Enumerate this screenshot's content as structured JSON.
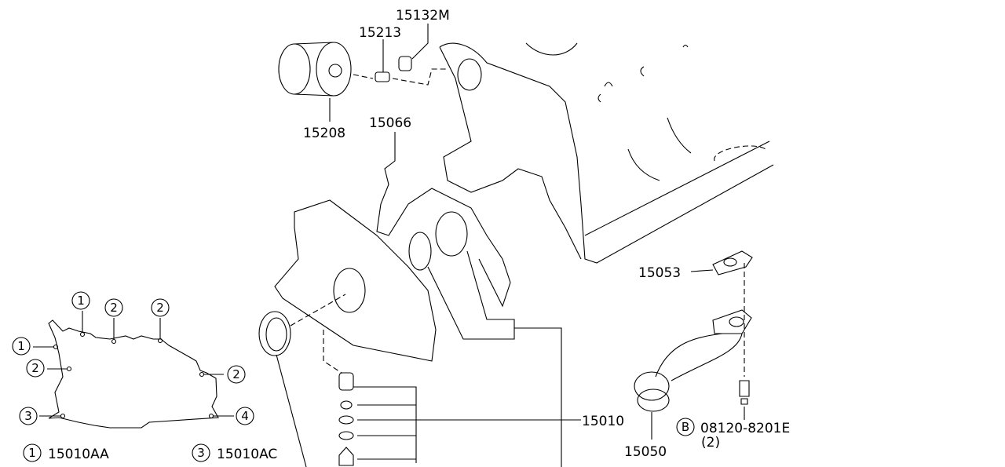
{
  "diagram": {
    "parts": {
      "p15132M": "15132M",
      "p15213": "15213",
      "p15208": "15208",
      "p15066": "15066",
      "p15053": "15053",
      "p15010": "15010",
      "p15050": "15050",
      "bolt": "08120-8201E",
      "bolt_symbol": "B",
      "bolt_qty": "(2)"
    },
    "callouts": [
      "1",
      "2",
      "2",
      "1",
      "2",
      "2",
      "3",
      "4"
    ],
    "legend": [
      {
        "marker": "1",
        "part": "15010AA"
      },
      {
        "marker": "3",
        "part": "15010AC"
      }
    ]
  }
}
